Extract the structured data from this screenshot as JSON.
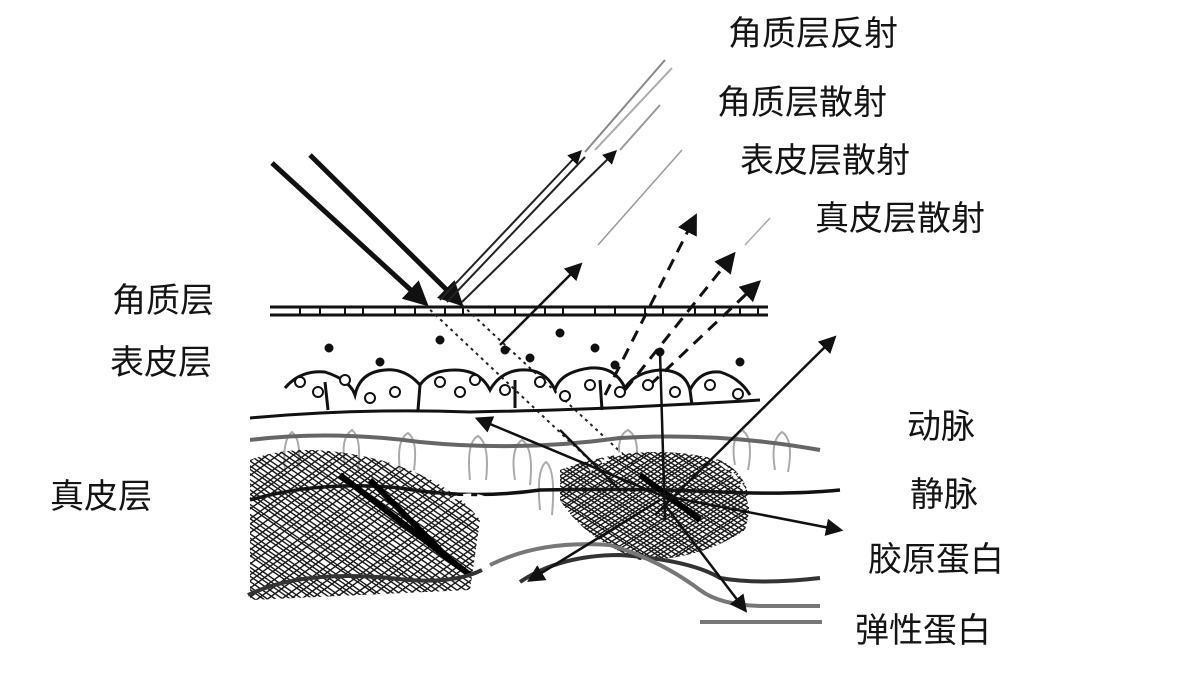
{
  "light_paths": {
    "stratum_corneum_reflection": "角质层反射",
    "stratum_corneum_scattering": "角质层散射",
    "epidermis_scattering": "表皮层散射",
    "dermis_scattering": "真皮层散射"
  },
  "layers": {
    "stratum_corneum": "角质层",
    "epidermis": "表皮层",
    "dermis": "真皮层"
  },
  "structures": {
    "artery": "动脉",
    "vein": "静脉",
    "collagen": "胶原蛋白",
    "elastin": "弹性蛋白"
  }
}
